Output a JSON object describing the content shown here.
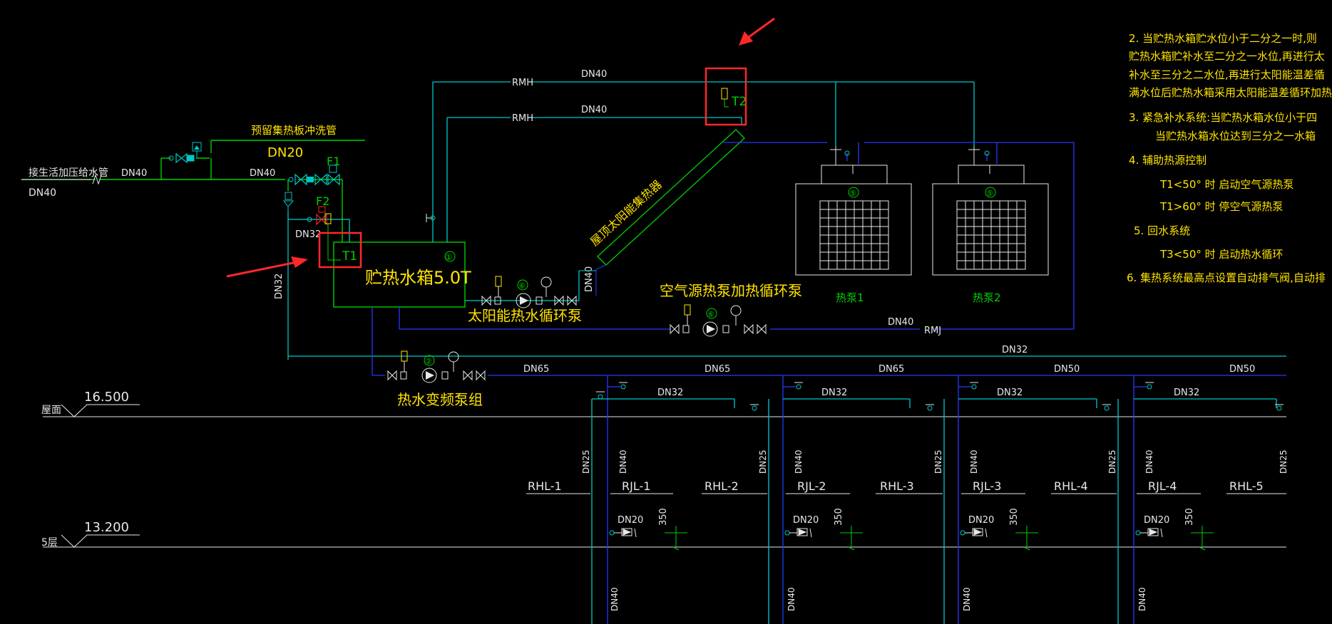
{
  "colors": {
    "background": "#000000",
    "cyan": "#00c8c8",
    "blue": "#2838ff",
    "green": "#00d000",
    "yellow": "#ffe400",
    "white": "#e8e8e8",
    "red": "#ff2020",
    "marker": "#ff2828"
  },
  "labels": {
    "supply_pipe": "接生活加压给水管",
    "supply_dn": "DN40",
    "dn40_a": "DN40",
    "dn40_b": "DN40",
    "reserve_flush": "预留集热板冲洗管",
    "dn20_flush": "DN20",
    "f1": "F1",
    "f2": "F2",
    "dn32_small": "DN32",
    "dn32_vertical": "DN32",
    "t1": "T1",
    "t2": "T2",
    "tank": "贮热水箱5.0T",
    "tank_num": "①",
    "rmh_1": "RMH",
    "rmh_2": "RMH",
    "dn40_top1": "DN40",
    "dn40_top2": "DN40",
    "collector": "屋顶太阳能集热器",
    "dn40_collector": "DN40",
    "solar_pump": "太阳能热水循环泵",
    "solar_pump_num": "⑥",
    "air_pump": "空气源热泵加热循环泵",
    "air_pump_num": "⑥",
    "heat_pump_1": "热泵1",
    "heat_pump_2": "热泵2",
    "heat_pump_num": "⑤",
    "rmj": "RMJ",
    "dn40_rmj": "DN40",
    "dn32_main": "DN32",
    "hot_pump": "热水变频泵组",
    "hot_pump_num": "②",
    "dn65_1": "DN65",
    "dn65_2": "DN65",
    "dn65_3": "DN65",
    "dn50_1": "DN50",
    "dn50_2": "DN50",
    "roof_level": "屋面",
    "roof_elev": "16.500",
    "floor5_level": "5层",
    "floor5_elev": "13.200",
    "dn25": "DN25",
    "dn40_riser": "DN40",
    "dn20": "DN20",
    "num_350": "350",
    "risers": [
      "RHL-1",
      "RJL-1",
      "RHL-2",
      "RJL-2",
      "RHL-3",
      "RJL-3",
      "RHL-4",
      "RJL-4",
      "RHL-5"
    ]
  },
  "notes": [
    "2. 当贮热水箱贮水位小于二分之一时,则",
    "贮热水箱贮补水至二分之一水位,再进行太",
    "补水至三分之二水位,再进行太阳能温差循",
    "满水位后贮热水箱采用太阳能温差循环加热",
    "3. 紧急补水系统:当贮热水箱水位小于四",
    "当贮热水箱水位达到三分之一水箱",
    "4. 辅助热源控制",
    "T1<50° 时    启动空气源热泵",
    "T1>60° 时    停空气源热泵",
    "5. 回水系统",
    "T3<50° 时    启动热水循环",
    "6. 集热系统最高点设置自动排气阀,自动排"
  ]
}
